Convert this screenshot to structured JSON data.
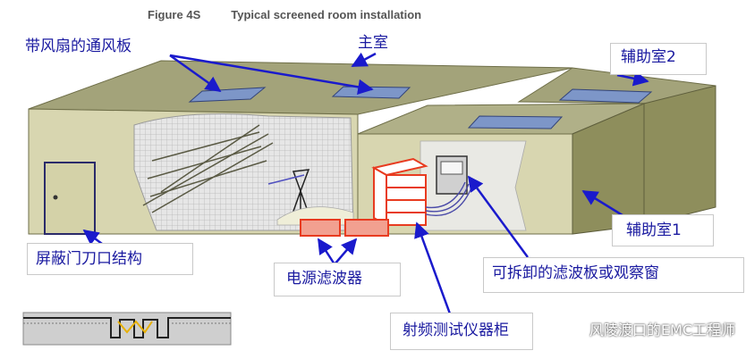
{
  "figure": {
    "number": "Figure 4S",
    "title": "Typical screened room installation"
  },
  "labels": {
    "vent_panel": "带风扇的通风板",
    "main_room": "主室",
    "aux_room_2": "辅助室2",
    "aux_room_1": "辅助室1",
    "door_structure": "屏蔽门刀口结构",
    "power_filter": "电源滤波器",
    "removable_panel": "可拆卸的滤波板或观察窗",
    "rf_cabinet": "射频测试仪器柜"
  },
  "watermark": "风陵渡口的EMC工程师",
  "colors": {
    "label_text": "#1a1aa0",
    "arrow": "#1a1acc",
    "wall_light": "#d8d6b0",
    "wall_dark": "#8e8e5c",
    "roof": "#a3a37a",
    "vent": "#7d96c8",
    "cabinet": "#e83b20",
    "background": "#ffffff"
  }
}
